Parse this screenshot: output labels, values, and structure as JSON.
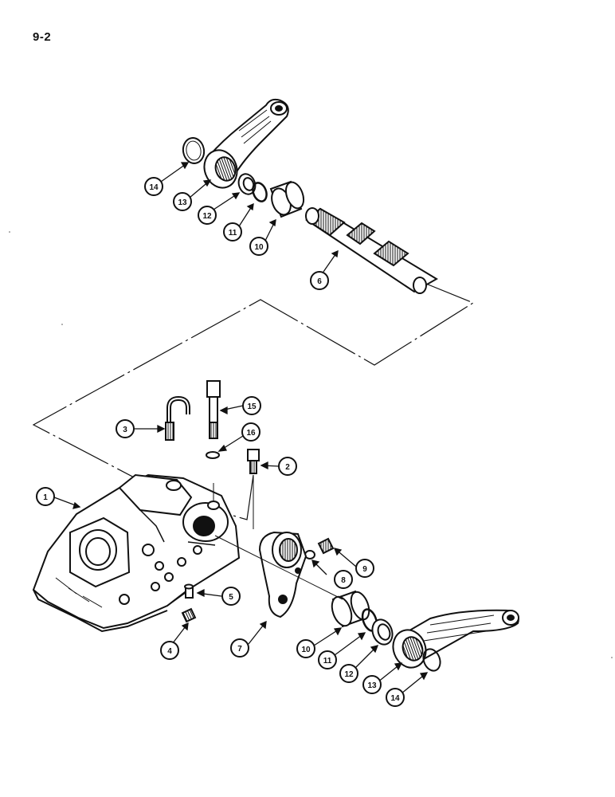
{
  "page": {
    "number": "9-2"
  },
  "callouts": [
    {
      "id": "c1",
      "label": "1"
    },
    {
      "id": "c2",
      "label": "2"
    },
    {
      "id": "c3",
      "label": "3"
    },
    {
      "id": "c4",
      "label": "4"
    },
    {
      "id": "c5",
      "label": "5"
    },
    {
      "id": "c6",
      "label": "6"
    },
    {
      "id": "c7",
      "label": "7"
    },
    {
      "id": "c8",
      "label": "8"
    },
    {
      "id": "c9",
      "label": "9"
    },
    {
      "id": "c10a",
      "label": "10"
    },
    {
      "id": "c10b",
      "label": "10"
    },
    {
      "id": "c11a",
      "label": "11"
    },
    {
      "id": "c11b",
      "label": "11"
    },
    {
      "id": "c12a",
      "label": "12"
    },
    {
      "id": "c12b",
      "label": "12"
    },
    {
      "id": "c13a",
      "label": "13"
    },
    {
      "id": "c13b",
      "label": "13"
    },
    {
      "id": "c14a",
      "label": "14"
    },
    {
      "id": "c14b",
      "label": "14"
    },
    {
      "id": "c15",
      "label": "15"
    },
    {
      "id": "c16",
      "label": "16"
    }
  ],
  "style": {
    "ink": "#111111",
    "paper": "#ffffff"
  }
}
